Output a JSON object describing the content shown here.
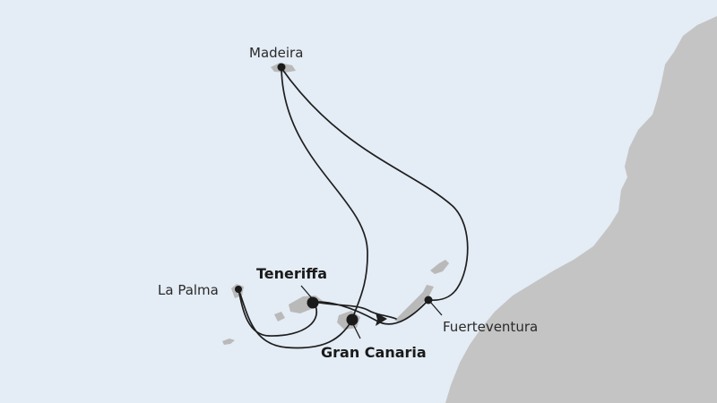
{
  "ports": {
    "madeira": "Madeira",
    "la_palma": "La Palma",
    "teneriffa": "Teneriffa",
    "gran_canaria": "Gran Canaria",
    "fuerteventura": "Fuerteventura"
  },
  "highlighted_ports": [
    "teneriffa",
    "gran_canaria"
  ],
  "colors": {
    "sea": "#e4ecf5",
    "land": "#c4c4c4",
    "islands": "#b9b9b9",
    "route": "#1e1e1e"
  }
}
